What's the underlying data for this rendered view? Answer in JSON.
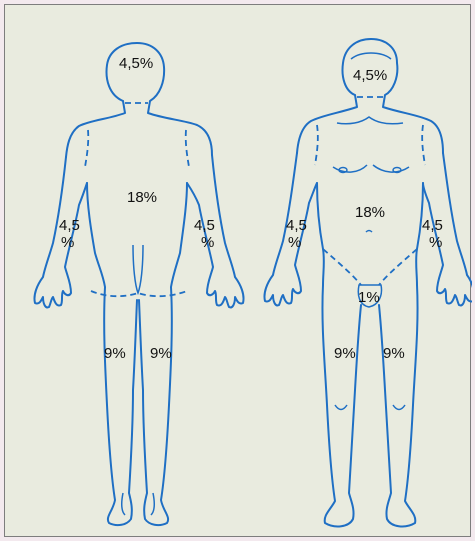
{
  "diagram": {
    "colors": {
      "outline": "#1f6fc4",
      "background": "#e9ebdf",
      "page": "#f3e9ee",
      "frame": "#7d7d7d"
    },
    "back_figure": {
      "head": "4,5%",
      "trunk": "18%",
      "left_arm_top": "4,5",
      "left_arm_bottom": "%",
      "right_arm_top": "4,5",
      "right_arm_bottom": "%",
      "left_leg": "9%",
      "right_leg": "9%"
    },
    "front_figure": {
      "head": "4,5%",
      "trunk": "18%",
      "left_arm_top": "4,5",
      "left_arm_bottom": "%",
      "right_arm_top": "4,5",
      "right_arm_bottom": "%",
      "genitals": "1%",
      "left_leg": "9%",
      "right_leg": "9%"
    }
  }
}
